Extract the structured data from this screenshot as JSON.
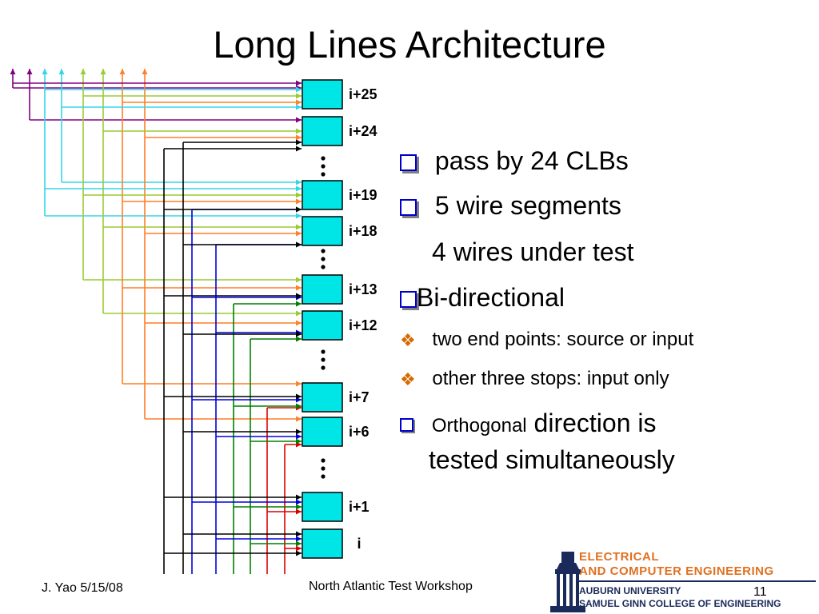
{
  "title": "Long Lines Architecture",
  "clb_labels": [
    "i+25",
    "i+24",
    "i+19",
    "i+18",
    "i+13",
    "i+12",
    "i+7",
    "i+6",
    "i+1",
    "i"
  ],
  "ellipsis": "⋮",
  "bullets": {
    "b1": "pass by 24 CLBs",
    "b2": "5 wire segments",
    "b2_sub": "4 wires under test",
    "b3": "Bi-directional",
    "s1": "two end points: source or input",
    "s2": "other three stops:  input only",
    "b4_small": "Orthogonal",
    "b4_rest": " direction is",
    "b4_line2": "tested simultaneously"
  },
  "footer": {
    "author_date": "J. Yao 5/15/08",
    "workshop": "North Atlantic Test Workshop",
    "page": "11"
  },
  "logo": {
    "line1": "ELECTRICAL",
    "line2": "AND COMPUTER ENGINEERING",
    "line3": "AUBURN UNIVERSITY",
    "line4": "SAMUEL GINN COLLEGE OF ENGINEERING"
  },
  "colors": {
    "clb_fill": "#00e5e5",
    "wire_purple": "#800080",
    "wire_cyan": "#33d6e8",
    "wire_green": "#99cc33",
    "wire_orange": "#ff7f2a",
    "wire_black": "#000000",
    "wire_blue": "#0000dd",
    "wire_dkgreen": "#008000",
    "wire_red": "#dd0000",
    "bullet_blue": "#0000cc",
    "diamond_orange": "#d46a00",
    "logo_orange": "#e07020",
    "logo_blue": "#1a2a5a"
  }
}
